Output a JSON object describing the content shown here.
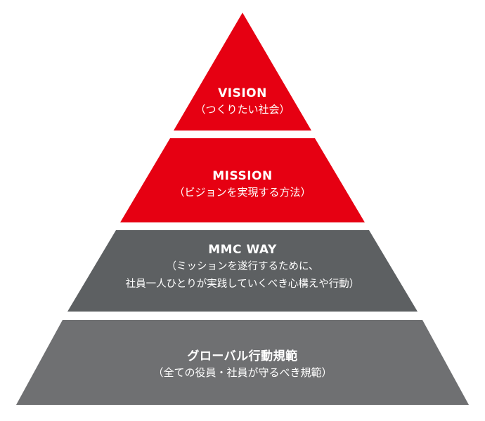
{
  "tiers": [
    {
      "id": "vision",
      "title": "VISION",
      "description": "（つくりたい社会）",
      "color": "#e60012"
    },
    {
      "id": "mission",
      "title": "MISSION",
      "description": "（ビジョンを実現する方法）",
      "color": "#e60012"
    },
    {
      "id": "mmc-way",
      "title": "MMC WAY",
      "description_line1": "（ミッションを遂行するために、",
      "description_line2": "社員一人ひとりが実践していくべき心構えや行動）",
      "color": "#5d6062"
    },
    {
      "id": "global-code",
      "title": "グローバル行動規範",
      "description": "（全ての役員・社員が守るべき規範）",
      "color": "#6f7072"
    }
  ]
}
